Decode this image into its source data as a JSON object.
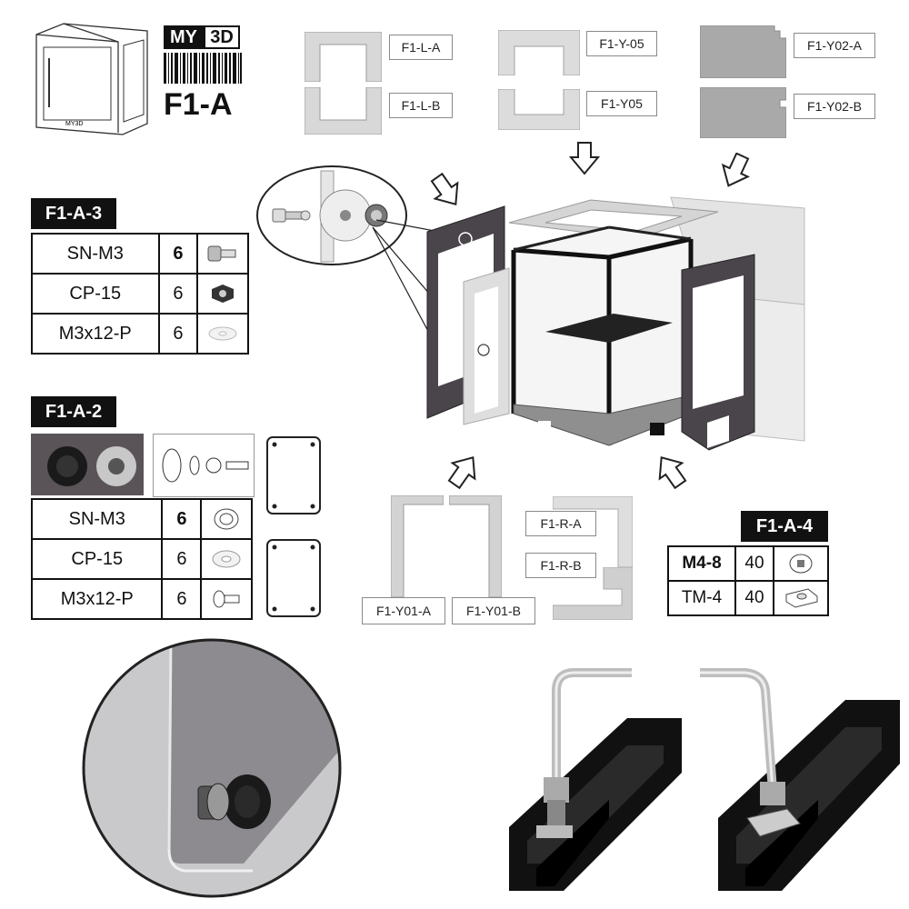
{
  "brand": {
    "logo_my": "MY",
    "logo_3d": "3D",
    "model": "F1-A",
    "printer_badge": "MY3D"
  },
  "panels": {
    "l_a": "F1-L-A",
    "l_b": "F1-L-B",
    "y_05a": "F1-Y-05",
    "y_05b": "F1-Y05",
    "y02_a": "F1-Y02-A",
    "y02_b": "F1-Y02-B",
    "y01_a": "F1-Y01-A",
    "y01_b": "F1-Y01-B",
    "r_a": "F1-R-A",
    "r_b": "F1-R-B"
  },
  "kit3": {
    "title": "F1-A-3",
    "rows": [
      {
        "part": "SN-M3",
        "qty": "6",
        "icon": "screw-icon"
      },
      {
        "part": "CP-15",
        "qty": "6",
        "icon": "nut-icon"
      },
      {
        "part": "M3x12-P",
        "qty": "6",
        "icon": "washer-icon"
      }
    ]
  },
  "kit2": {
    "title": "F1-A-2",
    "rows": [
      {
        "part": "SN-M3",
        "qty": "6",
        "icon": "knob-icon"
      },
      {
        "part": "CP-15",
        "qty": "6",
        "icon": "washer-icon"
      },
      {
        "part": "M3x12-P",
        "qty": "6",
        "icon": "screw-icon"
      }
    ]
  },
  "kit4": {
    "title": "F1-A-4",
    "rows": [
      {
        "part": "M4-8",
        "qty": "40",
        "icon": "screw-icon"
      },
      {
        "part": "TM-4",
        "qty": "40",
        "icon": "t-nut-icon"
      }
    ]
  },
  "colors": {
    "black": "#111111",
    "panel_dark": "#4a454a",
    "panel_light": "#d8d8d8",
    "panel_grey": "#a9a9a9"
  }
}
